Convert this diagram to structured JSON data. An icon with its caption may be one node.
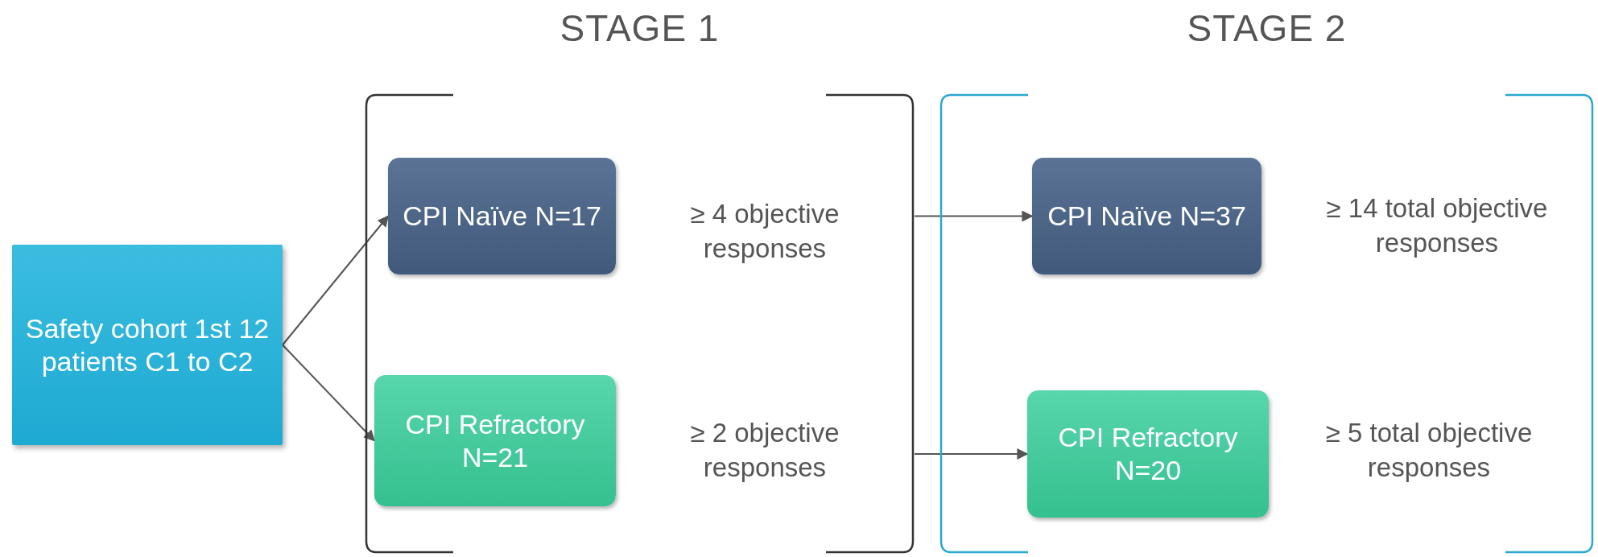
{
  "diagram": {
    "nodes": [
      {
        "text": [
          "Safety cohort 1st 12 patients C1 to C2"
        ]
      },
      {
        "text": [
          "STAGE 1"
        ]
      },
      {
        "text": [
          "CPI Naïve N=17"
        ],
        "in": 1,
        "beside": [
          "≥ 4 objective responses"
        ]
      },
      {
        "text": [
          "CPI Refractory N=21"
        ],
        "in": 1,
        "beside": [
          "≥ 2 objective responses"
        ]
      },
      {
        "text": [
          "STAGE 2"
        ]
      },
      {
        "text": [
          "CPI Naïve N=37"
        ],
        "in": 4,
        "beside": [
          "≥ 14 total objective responses"
        ]
      },
      {
        "text": [
          "CPI Refractory N=20"
        ],
        "in": 4,
        "beside": [
          "≥ 5 total objective responses"
        ]
      }
    ],
    "edges": [
      {
        "from": 0,
        "to": 2,
        "arrow": "to"
      },
      {
        "from": 0,
        "to": 3,
        "arrow": "to"
      },
      {
        "from": 1,
        "to": 5,
        "arrow": "to"
      },
      {
        "from": 1,
        "to": 6,
        "arrow": "to"
      }
    ]
  }
}
